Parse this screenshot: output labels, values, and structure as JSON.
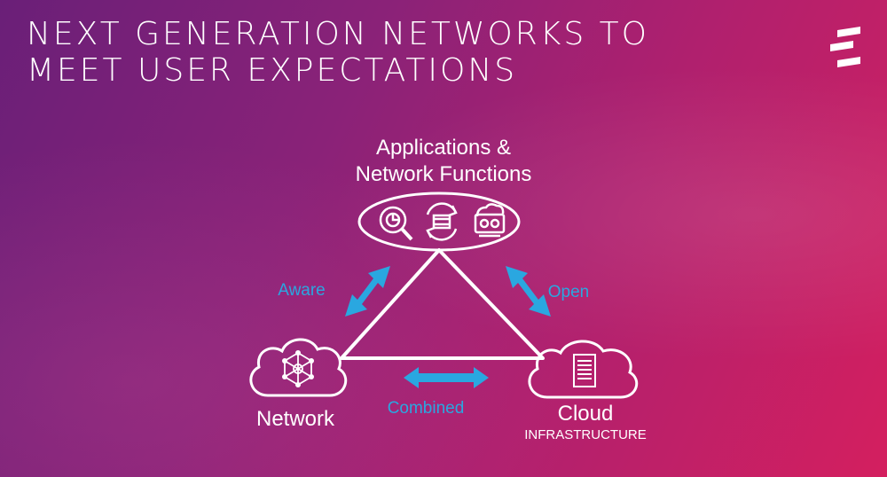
{
  "slide": {
    "title": "NEXT GENERATION NETWORKS TO MEET USER EXPECTATIONS"
  },
  "diagram": {
    "top_node": {
      "label_line1": "Applications &",
      "label_line2": "Network Functions"
    },
    "left_node": {
      "label": "Network"
    },
    "right_node": {
      "label": "Cloud",
      "sublabel": "INFRASTRUCTURE"
    },
    "edges": {
      "left": "Aware",
      "right": "Open",
      "bottom": "Combined"
    }
  },
  "colors": {
    "accent_blue": "#2aa7e0",
    "line_white": "#ffffff"
  },
  "icons": [
    "chart-magnifier-icon",
    "refresh-film-icon",
    "gear-cloud-icon",
    "network-mesh-icon",
    "server-rack-icon",
    "company-logo-icon"
  ]
}
